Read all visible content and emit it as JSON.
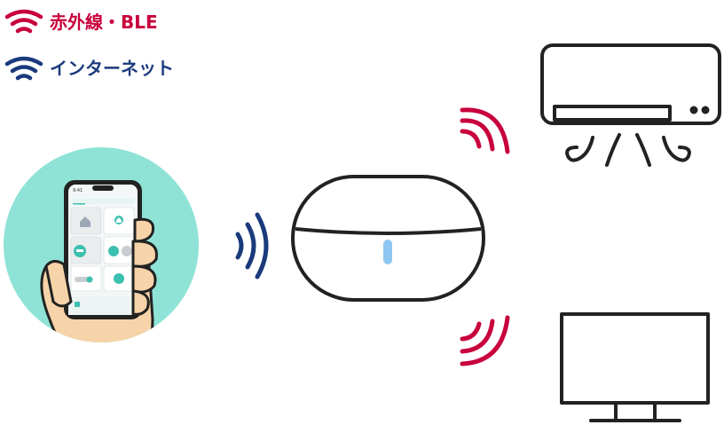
{
  "legend": {
    "infrared": {
      "label": "赤外線・BLE",
      "color": "#c8003c"
    },
    "internet": {
      "label": "インターネット",
      "color": "#1a3a7c"
    }
  },
  "phone": {
    "status_time": "9:41"
  },
  "colors": {
    "circle_bg": "#8fe3d6",
    "line": "#222222",
    "led": "#8ec8f2",
    "hand": "#f6d3a8",
    "app_accent": "#3cbfb0"
  },
  "icons": [
    "wifi-red-icon",
    "wifi-blue-icon",
    "smartphone-icon",
    "hub-device-icon",
    "air-conditioner-icon",
    "television-icon"
  ]
}
